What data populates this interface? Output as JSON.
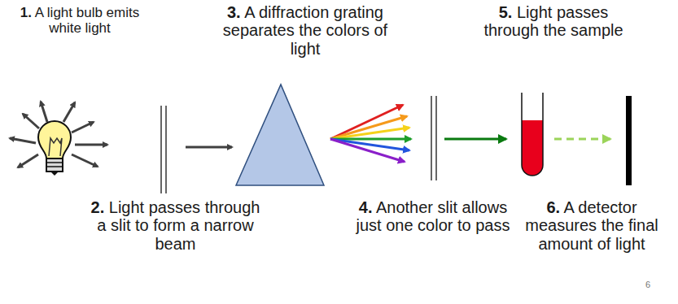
{
  "diagram": {
    "labels": [
      "1. A light bulb emits white light",
      "3. A diffraction grating separates the colors of light",
      "5. Light passes through the sample",
      "2. Light passes through a slit to form a narrow beam",
      "4. Another slit allows just one color to pass",
      "6. A detector measures the final amount of light",
      "6"
    ]
  }
}
